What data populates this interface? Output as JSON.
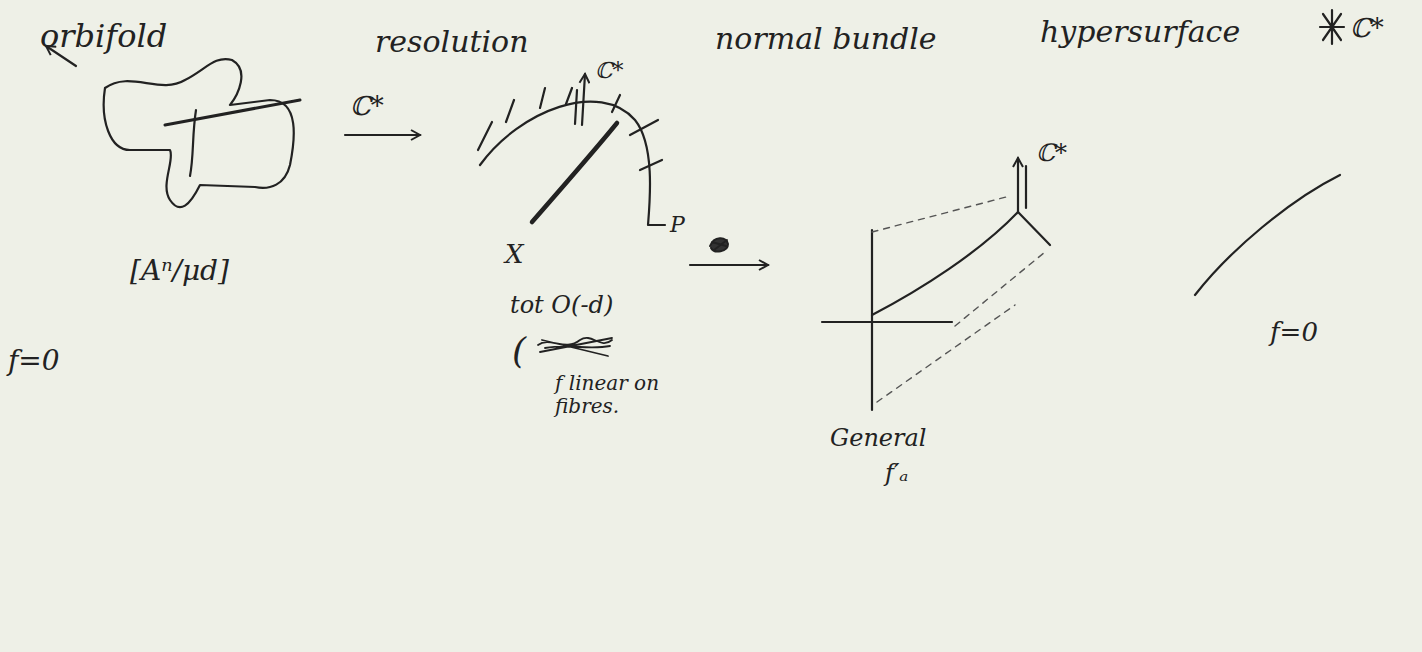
{
  "diagram": {
    "labels": [
      "orbifold",
      "resolution",
      "normal bundle",
      "hypersurface",
      "ℂ*",
      "ℂ*",
      "ℂ*",
      "ℂ*",
      "X",
      "P",
      "f=0",
      "[Aⁿ/μd]",
      "tot O(-d)",
      "(",
      "f linear on fibres.",
      "General",
      "f′ₐ",
      "f=0"
    ]
  }
}
